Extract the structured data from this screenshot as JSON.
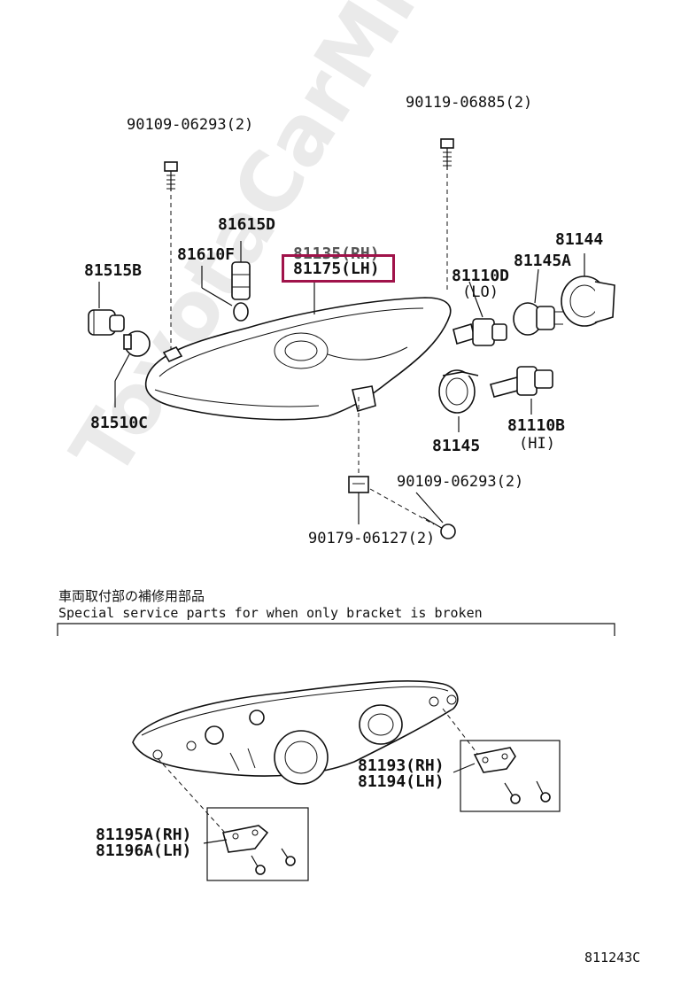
{
  "labels": {
    "p90109_top": "90109-06293(2)",
    "p90119": "90119-06885(2)",
    "p81615d": "81615D",
    "p81610f": "81610F",
    "p81135": "81135(RH)",
    "p81175": "81175(LH)",
    "p81515b": "81515B",
    "p81144": "81144",
    "p81145a": "81145A",
    "p81110d": "81110D",
    "lo": "(LO)",
    "p81510c": "81510C",
    "p81145": "81145",
    "p81110b": "81110B",
    "hi": "(HI)",
    "p90109_bot": "90109-06293(2)",
    "p90179": "90179-06127(2)",
    "p81193": "81193(RH)",
    "p81194": "81194(LH)",
    "p81195a": "81195A(RH)",
    "p81196a": "81196A(LH)"
  },
  "notes": {
    "jp": "車両取付部の補修用部品",
    "en": "Special service parts for when only bracket is broken"
  },
  "watermark": "ToyotaCarMine.ru",
  "figure_id": "811243C",
  "colors": {
    "highlight": "#a0134a",
    "ink": "#111111"
  }
}
